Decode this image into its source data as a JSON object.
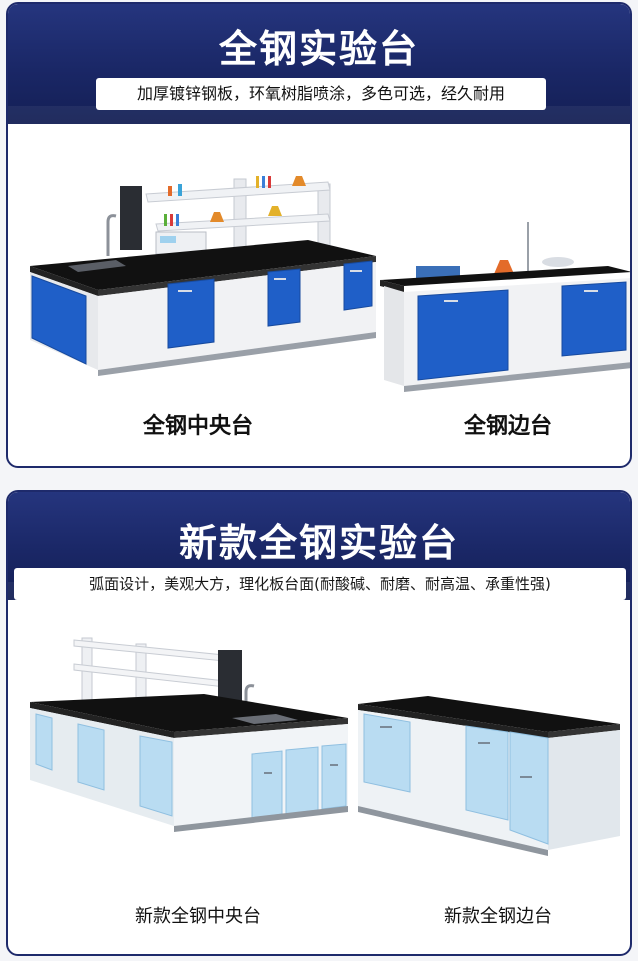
{
  "section1": {
    "title": "全钢实验台",
    "subtitle": "加厚镀锌钢板，环氧树脂喷涂，多色可选，经久耐用",
    "left_caption": "全钢中央台",
    "right_caption": "全钢边台"
  },
  "section2": {
    "title": "新款全钢实验台",
    "subtitle": "弧面设计，美观大方，理化板台面(耐酸碱、耐磨、耐高温、承重性强)",
    "left_caption": "新款全钢中央台",
    "right_caption": "新款全钢边台"
  },
  "colors": {
    "header_bg": "#1a2766",
    "cabinet_blue": "#1f5fc8",
    "cabinet_light_blue": "#b9dcf2",
    "countertop": "#111111"
  }
}
